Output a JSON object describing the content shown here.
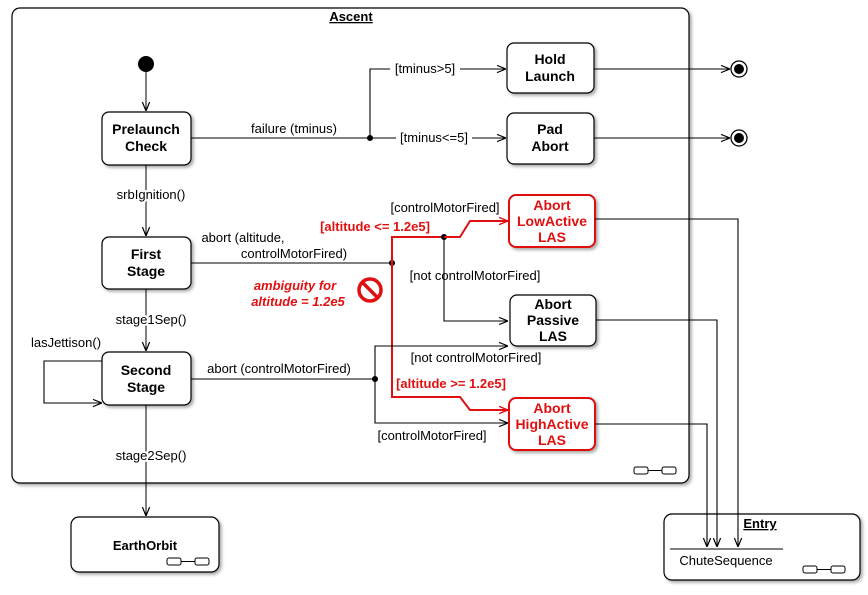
{
  "diagram": {
    "composite_ascent": "Ascent",
    "composite_earthorbit": "EarthOrbit",
    "composite_entry": "Entry",
    "entry_region": "ChuteSequence",
    "states": {
      "prelaunch_l1": "Prelaunch",
      "prelaunch_l2": "Check",
      "first_l1": "First",
      "first_l2": "Stage",
      "second_l1": "Second",
      "second_l2": "Stage",
      "hold_l1": "Hold",
      "hold_l2": "Launch",
      "pad_l1": "Pad",
      "pad_l2": "Abort",
      "lowactive_l1": "Abort",
      "lowactive_l2": "LowActive",
      "lowactive_l3": "LAS",
      "passive_l1": "Abort",
      "passive_l2": "Passive",
      "passive_l3": "LAS",
      "highactive_l1": "Abort",
      "highactive_l2": "HighActive",
      "highactive_l3": "LAS"
    },
    "transitions": {
      "failure": "failure (tminus)",
      "tminus_gt": "[tminus>5]",
      "tminus_le": "[tminus<=5]",
      "srb": "srbIgnition()",
      "abort_first_l1": "abort (altitude,",
      "abort_first_l2": "controlMotorFired)",
      "stage1": "stage1Sep()",
      "las": "lasJettison()",
      "abort_second": "abort (controlMotorFired)",
      "stage2": "stage2Sep()",
      "cmf_top": "[controlMotorFired]",
      "not_cmf_top": "[not controlMotorFired]",
      "not_cmf_bottom": "[not controlMotorFired]",
      "cmf_bottom": "[controlMotorFired]"
    },
    "annotations": {
      "alt_le": "[altitude <= 1.2e5]",
      "alt_ge": "[altitude >= 1.2e5]",
      "ambiguity_l1": "ambiguity for",
      "ambiguity_l2": "altitude = 1.2e5"
    },
    "colors": {
      "highlight": "#e01010",
      "stroke": "#000000"
    },
    "icons": [
      "no-entry-icon",
      "composite-state-icon"
    ]
  }
}
